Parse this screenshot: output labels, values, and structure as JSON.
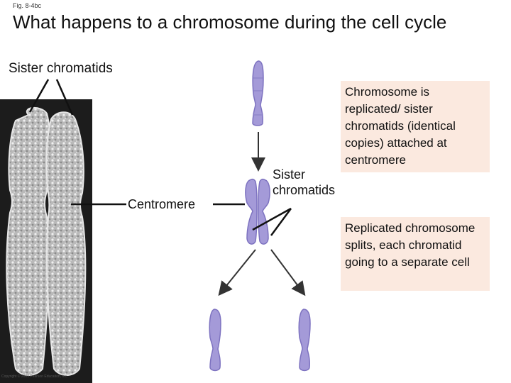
{
  "fig_label": "Fig. 8-4bc",
  "title": "What happens to a chromosome during the cell cycle",
  "labels": {
    "sister_chromatids_top": "Sister chromatids",
    "centromere": "Centromere",
    "sister_chromatids_middle": "Sister chromatids"
  },
  "notes": {
    "replication": "Chromosome is replicated/ sister chromatids (identical copies) attached at centromere",
    "split": "Replicated chromosome splits, each chromatid going to a separate cell"
  },
  "copyright": "Copyright © 2009 Pearson Education, Inc.",
  "colors": {
    "chromosome_fill": "#a49ad8",
    "chromosome_stroke": "#7d72c0",
    "note_background": "#fbe9df",
    "micrograph_dark": "#1c1c1c"
  }
}
